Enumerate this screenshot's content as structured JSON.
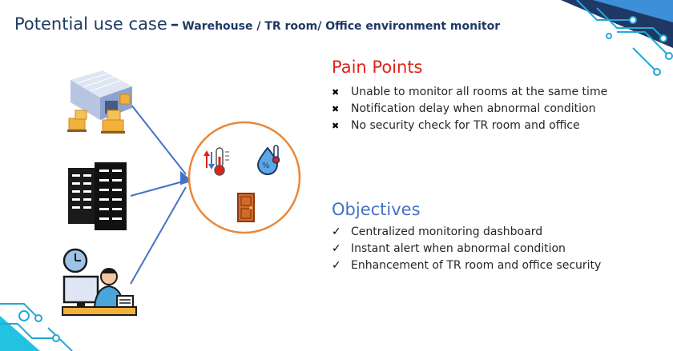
{
  "title": {
    "main": "Potential use case",
    "dash": "–",
    "sub": "Warehouse / TR room/ Office environment monitor"
  },
  "pain_points": {
    "heading": "Pain Points",
    "marker": "✖",
    "items": [
      "Unable to monitor all rooms at the same time",
      "Notification delay when abnormal condition",
      "No security check for TR room and office"
    ]
  },
  "objectives": {
    "heading": "Objectives",
    "marker": "✓",
    "items": [
      "Centralized monitoring dashboard",
      "Instant alert when abnormal condition",
      "Enhancement of TR room and office security"
    ]
  },
  "colors": {
    "title": "#1f3864",
    "pain_heading": "#e0231a",
    "objectives_heading": "#4472c4",
    "arrow": "#4472c4",
    "circle": "#e8883a",
    "circuit": "#22a8d8"
  },
  "icons": [
    "warehouse-icon",
    "server-rack-icon",
    "office-worker-icon",
    "thermometer-icon",
    "humidity-icon",
    "door-icon"
  ]
}
